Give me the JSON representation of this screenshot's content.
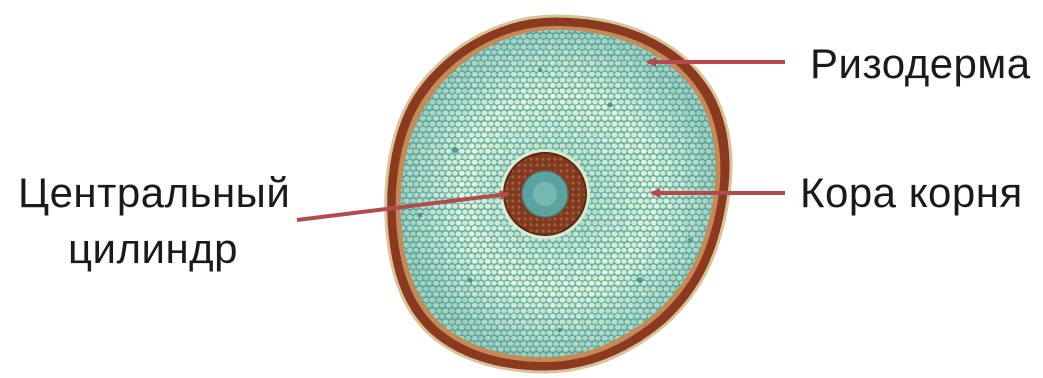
{
  "labels": {
    "rhizoderm": "Ризодерма",
    "cortex": "Кора корня",
    "stele_line1": "Центральный",
    "stele_line2": "цилиндр"
  },
  "colors": {
    "arrow": "#b34a4e",
    "epidermis": "#8b3a1f",
    "cortex_fill": "#64b4b4",
    "cell": "#e8f4d4",
    "stele_ring": "#7a3a22",
    "stele_center": "#5aa3a3",
    "text": "#1a1a1a",
    "background": "#ffffff"
  },
  "icons": [
    "root-cross-section-illustration"
  ]
}
